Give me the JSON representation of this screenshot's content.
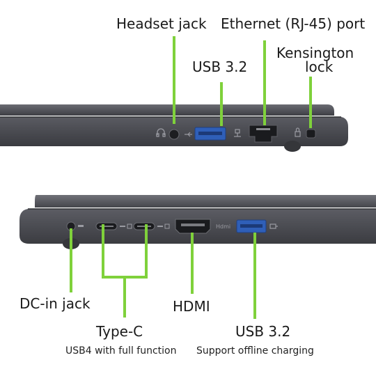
{
  "colors": {
    "callout": "#7fd13b",
    "chassis": "#4a4b52",
    "usb_port": "#2f5fb8"
  },
  "top_view": {
    "labels": {
      "headset_jack": "Headset jack",
      "ethernet_port": "Ethernet (RJ-45) port",
      "usb32": "USB 3.2",
      "kensington_line1": "Kensington",
      "kensington_line2": "lock"
    }
  },
  "bottom_view": {
    "labels": {
      "dc_in_jack": "DC-in jack",
      "hdmi": "HDMI",
      "type_c": "Type-C",
      "type_c_note": "USB4 with full function",
      "usb32": "USB 3.2",
      "usb32_note": "Support offline charging"
    },
    "port_engraving": {
      "hdmi": "Hdmi"
    }
  }
}
